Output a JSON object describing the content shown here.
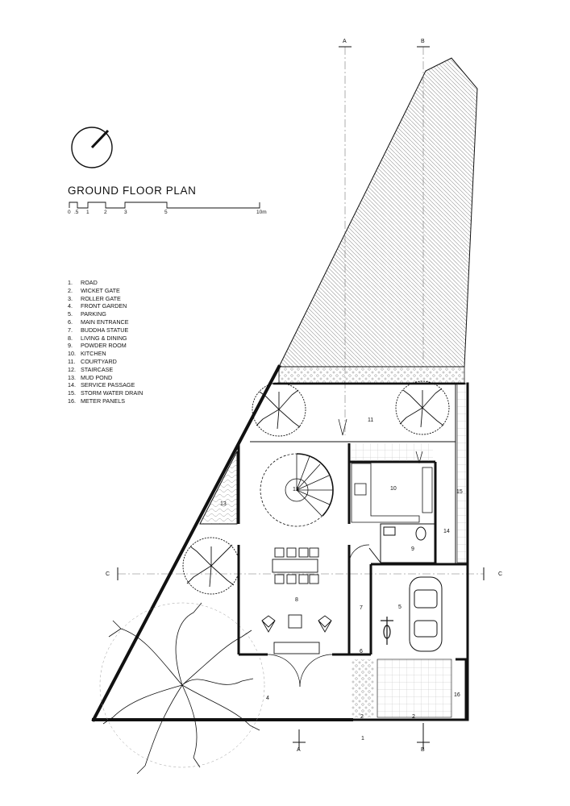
{
  "title": "GROUND FLOOR PLAN",
  "scale_labels": [
    "0",
    ".5",
    "1",
    "2",
    "3",
    "5",
    "10m"
  ],
  "legend": [
    {
      "num": "1.",
      "label": "ROAD"
    },
    {
      "num": "2.",
      "label": "WICKET GATE"
    },
    {
      "num": "3.",
      "label": "ROLLER GATE"
    },
    {
      "num": "4.",
      "label": "FRONT GARDEN"
    },
    {
      "num": "5.",
      "label": "PARKING"
    },
    {
      "num": "6.",
      "label": "MAIN ENTRANCE"
    },
    {
      "num": "7.",
      "label": "BUDDHA STATUE"
    },
    {
      "num": "8.",
      "label": "LIVING & DINING"
    },
    {
      "num": "9.",
      "label": "POWDER ROOM"
    },
    {
      "num": "10.",
      "label": "KITCHEN"
    },
    {
      "num": "11.",
      "label": "COURTYARD"
    },
    {
      "num": "12.",
      "label": "STAIRCASE"
    },
    {
      "num": "13.",
      "label": "MUD POND"
    },
    {
      "num": "14.",
      "label": "SERVICE PASSAGE"
    },
    {
      "num": "15.",
      "label": "STORM WATER DRAIN"
    },
    {
      "num": "16.",
      "label": "METER PANELS"
    }
  ],
  "section_markers": {
    "a": "A",
    "b": "B",
    "c": "C"
  },
  "room_tags": {
    "road": "1",
    "wicket_gate": "2",
    "roller_gate": "2",
    "front_garden": "4",
    "parking": "5",
    "main_entrance": "6",
    "buddha_statue": "7",
    "living_dining": "8",
    "powder_room": "9",
    "kitchen": "10",
    "courtyard": "11",
    "staircase": "12",
    "mud_pond": "13",
    "service_passage": "14",
    "storm_drain": "15",
    "meter_panels": "16"
  }
}
